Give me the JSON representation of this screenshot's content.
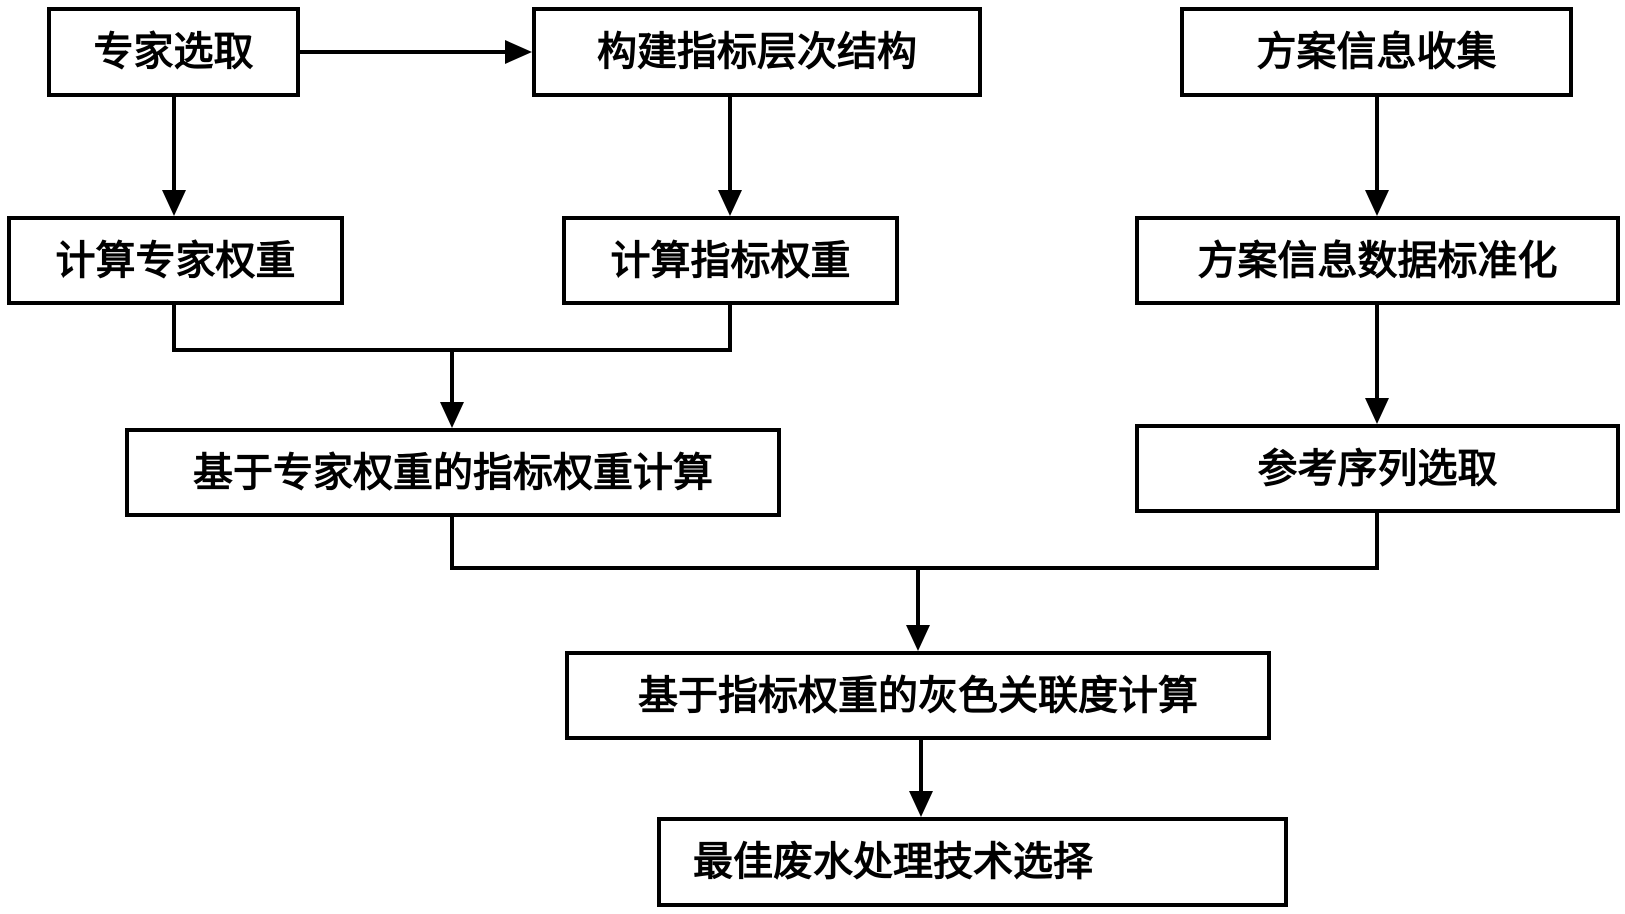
{
  "boxes": {
    "expert_select": "专家选取",
    "build_index_structure": "构建指标层次结构",
    "plan_info_collect": "方案信息收集",
    "calc_expert_weight": "计算专家权重",
    "calc_index_weight": "计算指标权重",
    "plan_info_normalize": "方案信息数据标准化",
    "expert_based_index_weight": "基于专家权重的指标权重计算",
    "reference_sequence_select": "参考序列选取",
    "grey_relation_calc": "基于指标权重的灰色关联度计算",
    "best_tech_select": "最佳废水处理技术选择"
  },
  "colors": {
    "line": "#000000",
    "box_border": "#000000",
    "background": "#ffffff"
  }
}
